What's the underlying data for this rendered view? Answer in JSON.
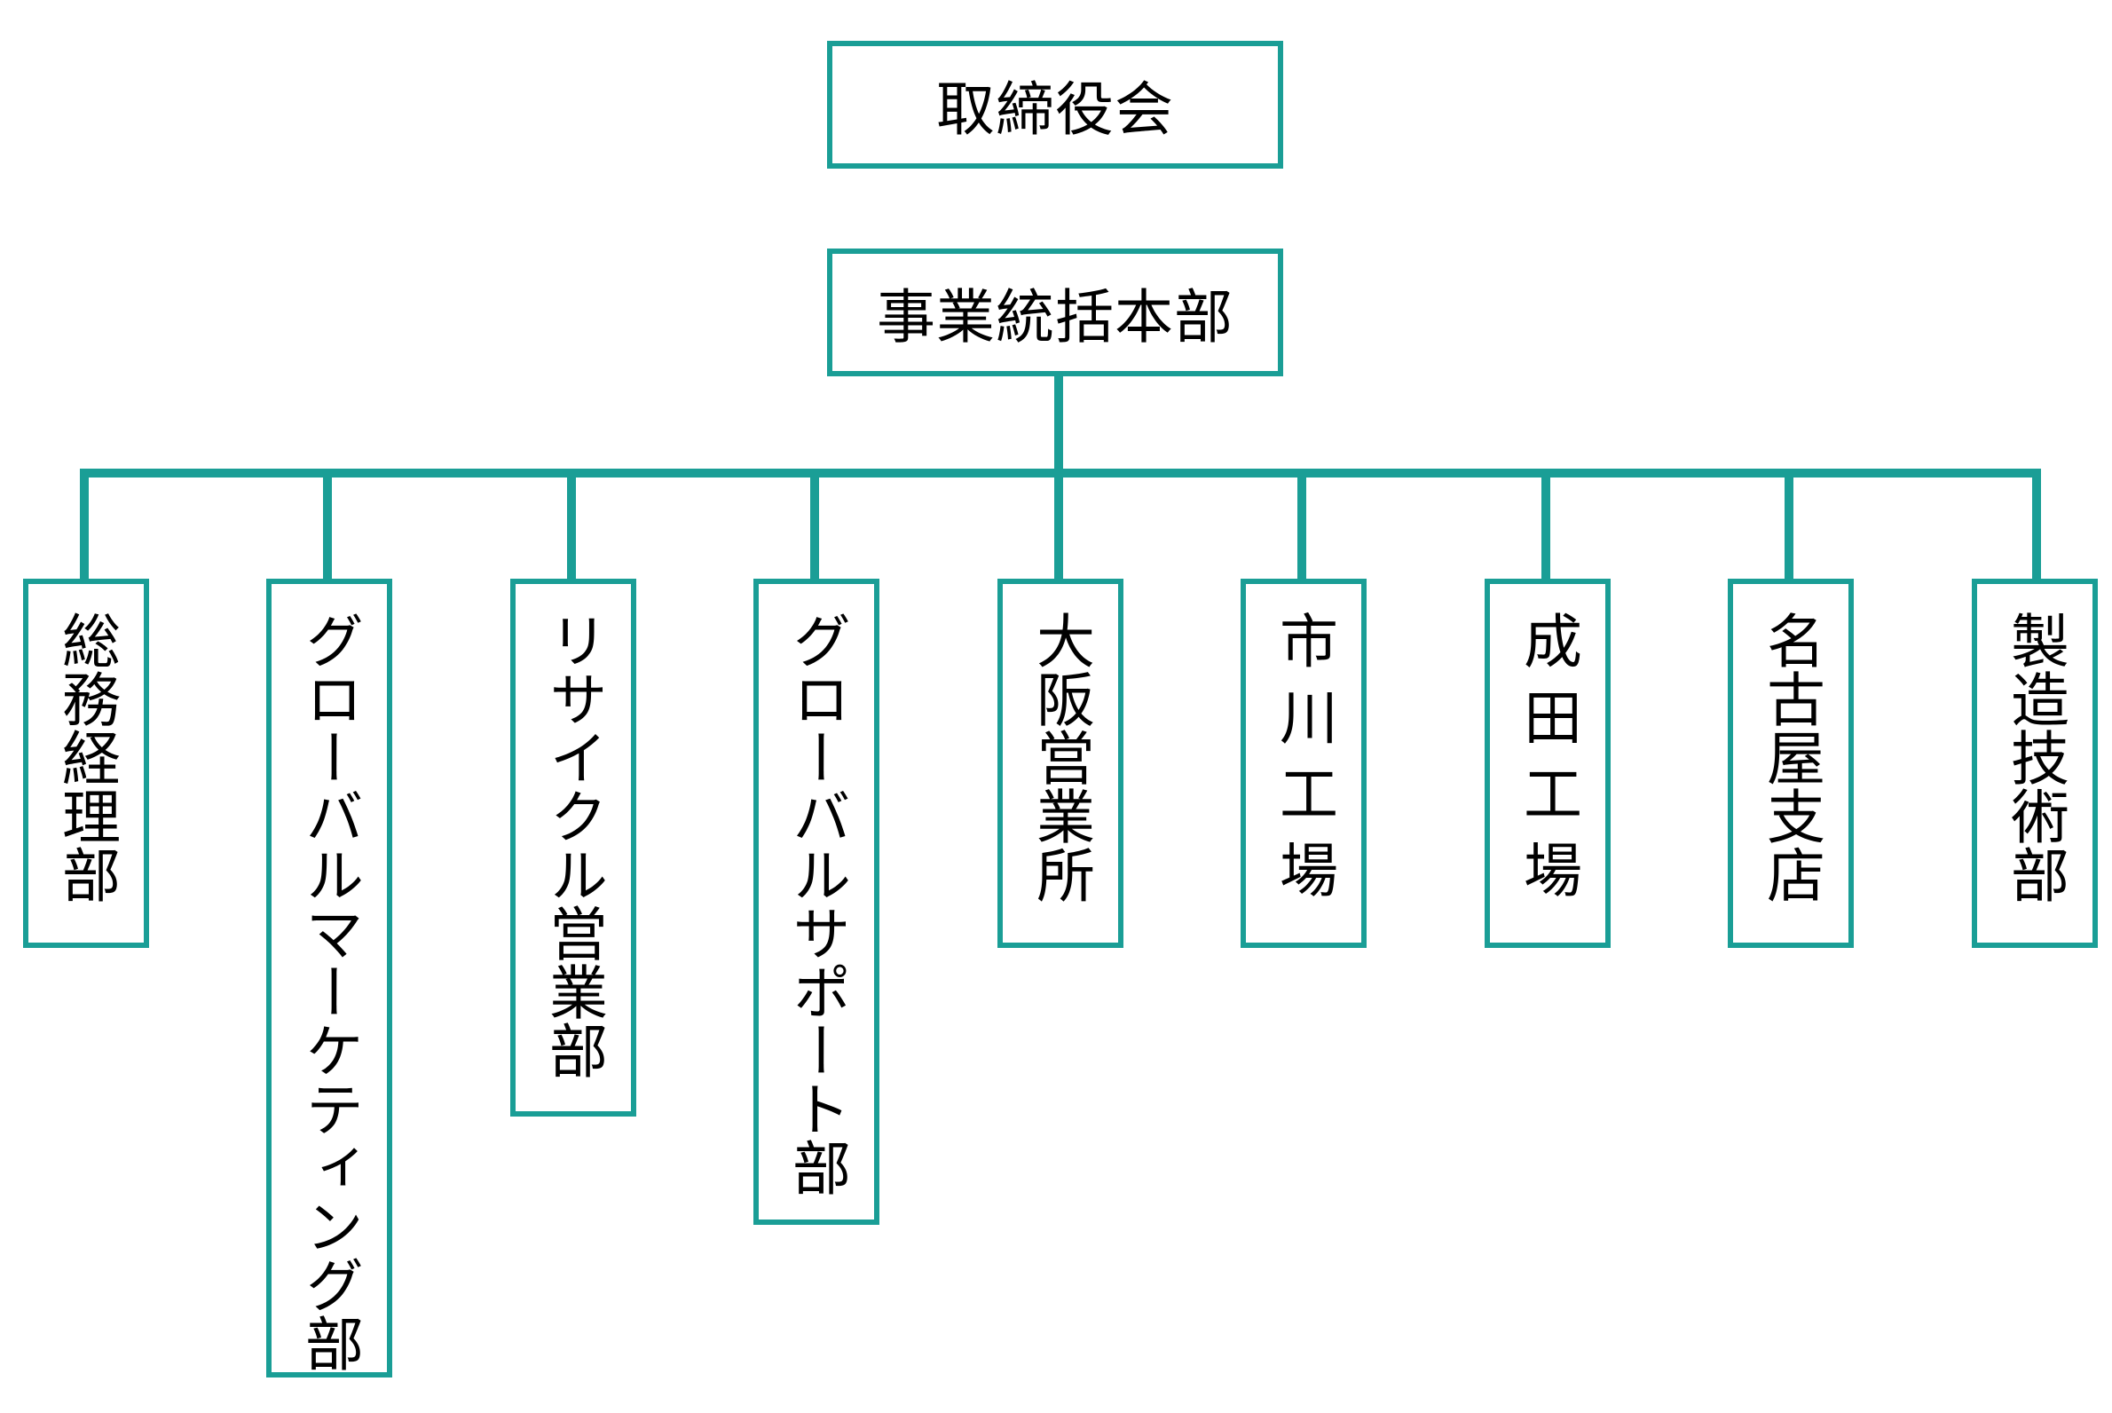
{
  "org": {
    "board": "取締役会",
    "hq": "事業統括本部",
    "departments": [
      "総務経理部",
      "グローバルマーケティング部",
      "リサイクル営業部",
      "グローバルサポート部",
      "大阪営業所",
      "市川工場",
      "成田工場",
      "名古屋支店",
      "製造技術部"
    ]
  },
  "colors": {
    "accent": "#1a9e96"
  }
}
